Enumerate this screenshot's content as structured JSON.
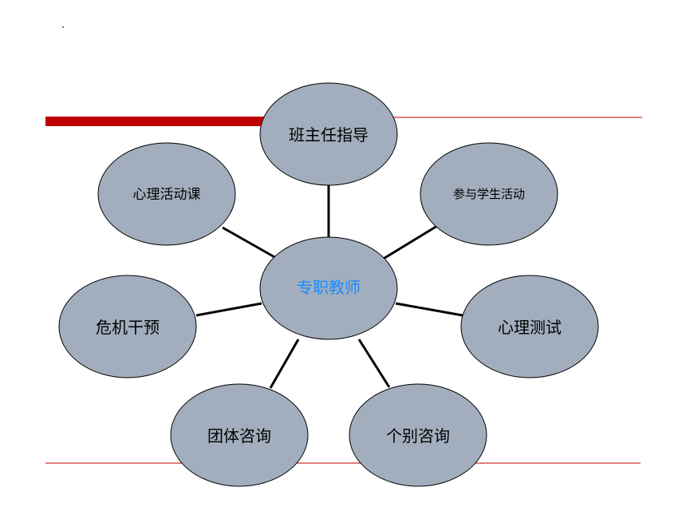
{
  "diagram": {
    "center": {
      "label": "专职教师",
      "text_color": "#1a8cff"
    },
    "nodes": [
      {
        "id": "banzhuren",
        "label": "班主任指导"
      },
      {
        "id": "canyu",
        "label": "参与学生活动"
      },
      {
        "id": "ceshi",
        "label": "心理测试"
      },
      {
        "id": "gebie",
        "label": "个别咨询"
      },
      {
        "id": "tuanti",
        "label": "团体咨询"
      },
      {
        "id": "weiji",
        "label": "危机干预"
      },
      {
        "id": "huodongke",
        "label": "心理活动课"
      }
    ],
    "colors": {
      "node_fill": "#a2aebd",
      "node_stroke": "#000000",
      "connector": "#000000",
      "accent_red": "#c00000",
      "rule_red": "#c00000",
      "text": "#000000"
    }
  }
}
